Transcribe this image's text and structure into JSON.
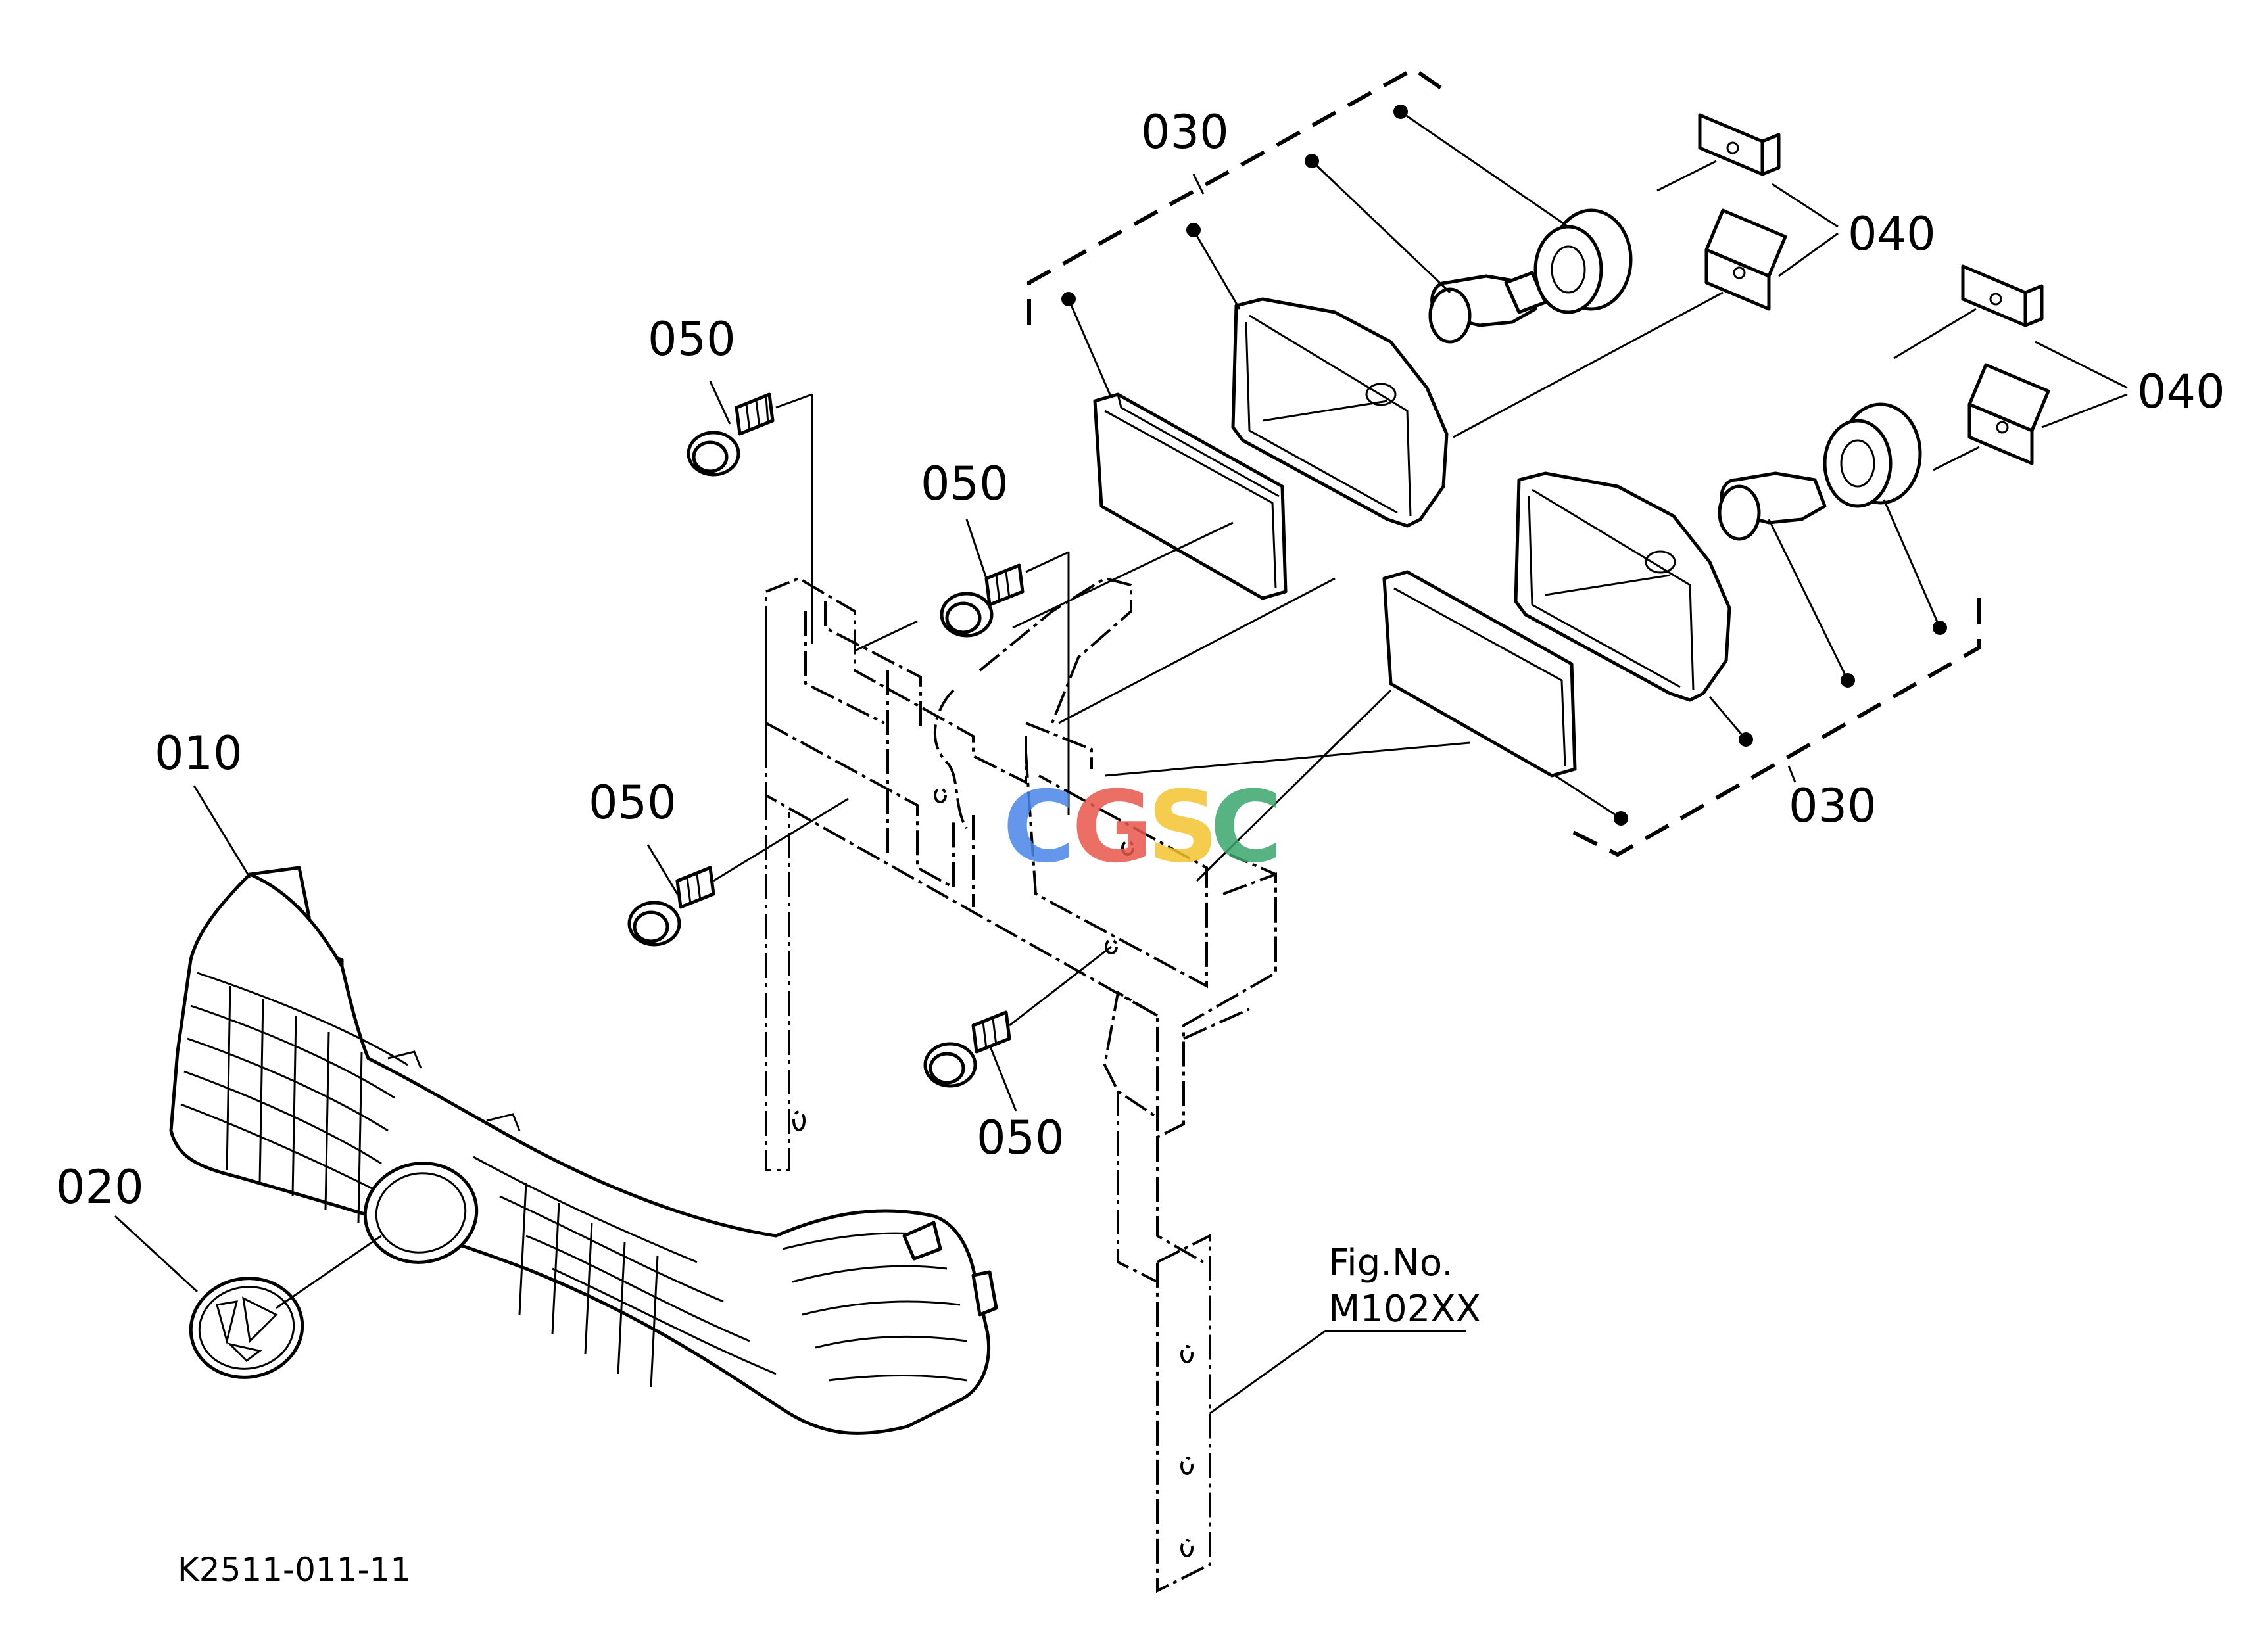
{
  "labels": {
    "grille": "010",
    "emblem": "020",
    "headlight_top": "030",
    "headlight_bottom": "030",
    "clip_top": "040",
    "clip_bottom": "040",
    "bolt_1": "050",
    "bolt_2": "050",
    "bolt_3": "050",
    "bolt_4": "050"
  },
  "figure": {
    "fig_no_label": "Fig.No.",
    "fig_no_value": "M102XX"
  },
  "drawing_code": "K2511-011-11",
  "watermark": {
    "letters": [
      "C",
      "G",
      "S",
      "C"
    ],
    "colors": [
      "#4a86e8",
      "#e8574a",
      "#f4c430",
      "#3aa76d"
    ]
  }
}
